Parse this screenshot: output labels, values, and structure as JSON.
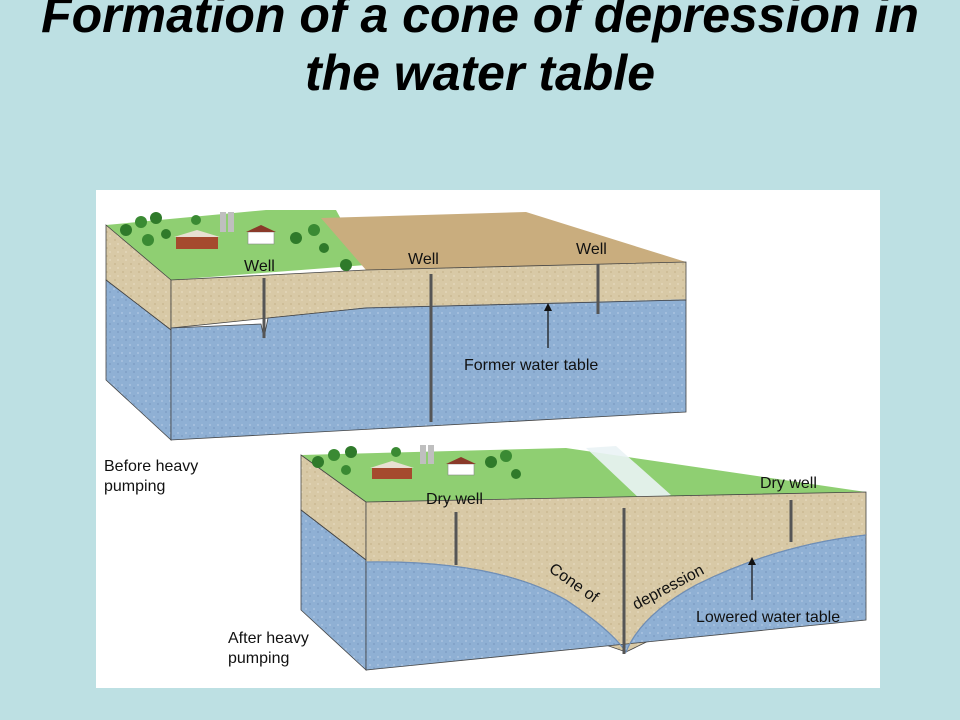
{
  "title": "Formation of a cone of depression in the water table",
  "colors": {
    "slide_bg": "#bde0e3",
    "grass": "#8fcf72",
    "dry_land": "#c9ad7e",
    "soil": "#d8c9a6",
    "groundwater": "#8fb0d4",
    "trees": "#2f7a2a"
  },
  "panels": {
    "before": {
      "caption_line1": "Before heavy",
      "caption_line2": "pumping",
      "well_labels": [
        "Well",
        "Well",
        "Well"
      ],
      "water_table_label": "Former water table"
    },
    "after": {
      "caption_line1": "After heavy",
      "caption_line2": "pumping",
      "dry_well_labels": [
        "Dry well",
        "Dry well"
      ],
      "cone_label_part1": "Cone of",
      "cone_label_part2": "depression",
      "water_table_label": "Lowered water table"
    }
  }
}
